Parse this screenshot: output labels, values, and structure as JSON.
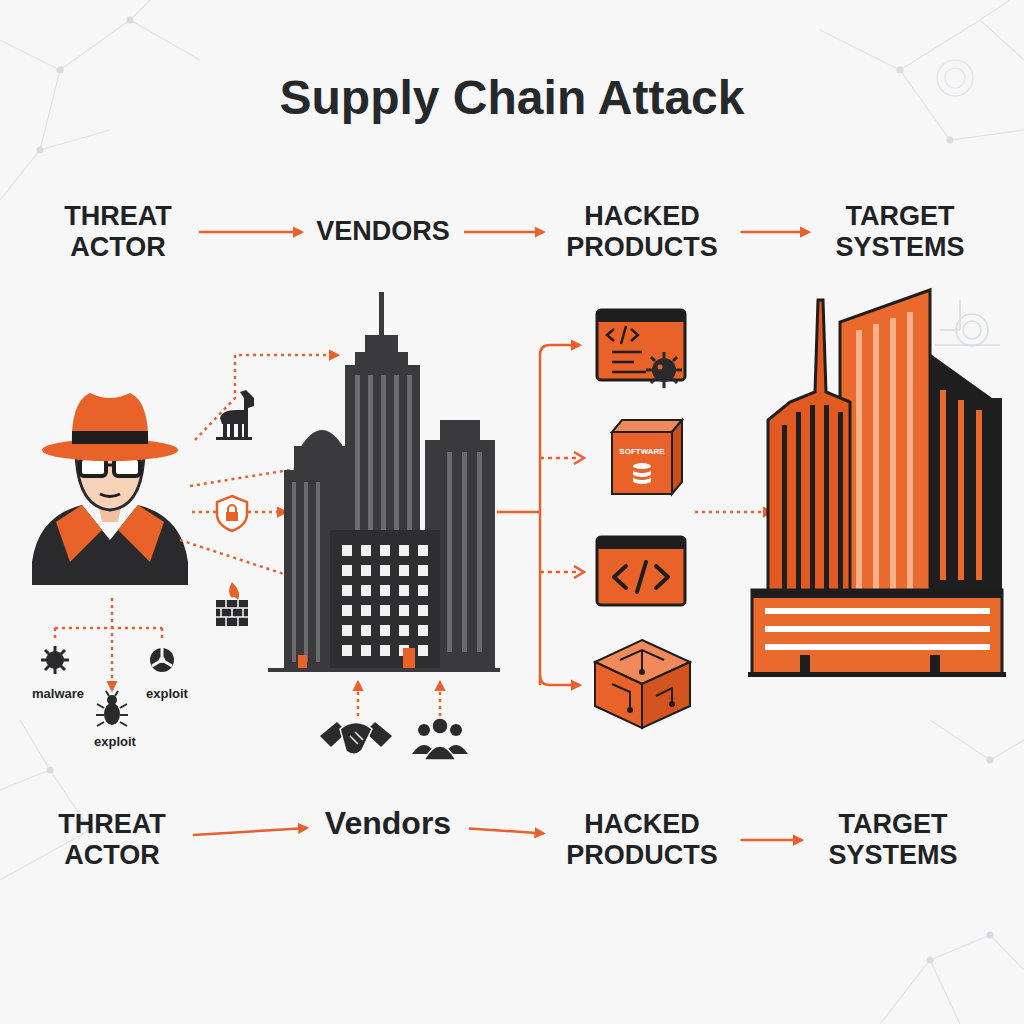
{
  "diagram": {
    "title": "Supply Chain Attack",
    "nodes": [
      {
        "text": [
          "THREAT ACTOR"
        ]
      },
      {
        "text": [
          "VENDORS"
        ]
      },
      {
        "text": [
          "HACKED PRODUCTS"
        ]
      },
      {
        "text": [
          "TARGET SYSTEMS"
        ]
      },
      {
        "text": [
          "THREAT ACTOR"
        ]
      },
      {
        "text": [
          "Vendors"
        ]
      },
      {
        "text": [
          "HACKED PRODUCTS"
        ]
      },
      {
        "text": [
          "TARGET SYSTEMS"
        ]
      }
    ],
    "edges": [
      {
        "from": 0,
        "to": 1,
        "arrow": "to"
      },
      {
        "from": 1,
        "to": 2,
        "arrow": "to"
      },
      {
        "from": 2,
        "to": 3,
        "arrow": "to"
      },
      {
        "from": 4,
        "to": 5,
        "arrow": "to"
      },
      {
        "from": 5,
        "to": 6,
        "arrow": "to"
      },
      {
        "from": 6,
        "to": 7,
        "arrow": "to"
      }
    ],
    "labels": [
      "SOFTWARE",
      "malware",
      "exploit",
      "exploit"
    ]
  }
}
